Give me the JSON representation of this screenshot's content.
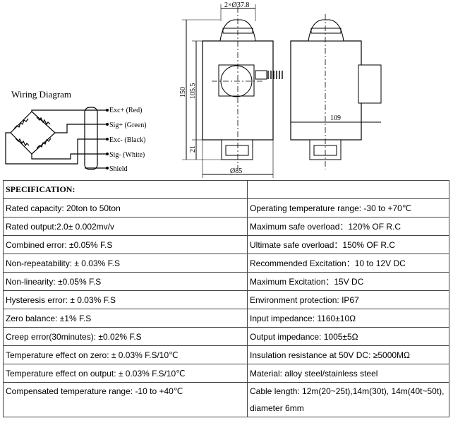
{
  "drawing": {
    "dim_top": "2×Ø37.8",
    "dim_height_total": "150",
    "dim_height_inner": "105.5",
    "dim_bottom": "21",
    "dim_diameter": "Ø85",
    "dim_side": "109"
  },
  "wiring": {
    "title": "Wiring Diagram",
    "labels": [
      "Exc+ (Red)",
      "Sig+ (Green)",
      "Exc- (Black)",
      "Sig- (White)",
      "Shield"
    ]
  },
  "spec": {
    "header": "SPECIFICATION:",
    "rows": [
      [
        "Rated capacity: 20ton to 50ton",
        "Operating temperature range: -30 to +70℃"
      ],
      [
        "Rated output:2.0± 0.002mv/v",
        "Maximum safe overload：120% OF R.C"
      ],
      [
        "Combined error:  ±0.05% F.S",
        "Ultimate safe overload：150% OF R.C"
      ],
      [
        "Non-repeatability:  ± 0.03% F.S",
        "Recommended Excitation：10 to 12V DC"
      ],
      [
        "Non-linearity:  ±0.05% F.S",
        "Maximum Excitation：15V DC"
      ],
      [
        "Hysteresis error:  ± 0.03% F.S",
        "Environment protection: IP67"
      ],
      [
        "Zero balance: ±1% F.S",
        "Input impedance: 1160±10Ω"
      ],
      [
        "Creep error(30minutes): ±0.02% F.S",
        "Output impedance: 1005±5Ω"
      ],
      [
        "Temperature effect on zero:  ± 0.03% F.S/10℃",
        "Insulation resistance at 50V DC: ≥5000MΩ"
      ],
      [
        "Temperature effect on output:  ± 0.03% F.S/10℃",
        "Material:  alloy steel/stainless steel"
      ]
    ],
    "last_left": "Compensated temperature range: -10 to +40℃",
    "last_right_line1": "Cable length: 12m(20~25t),14m(30t), 14m(40t~50t),",
    "last_right_line2": "diameter 6mm"
  }
}
